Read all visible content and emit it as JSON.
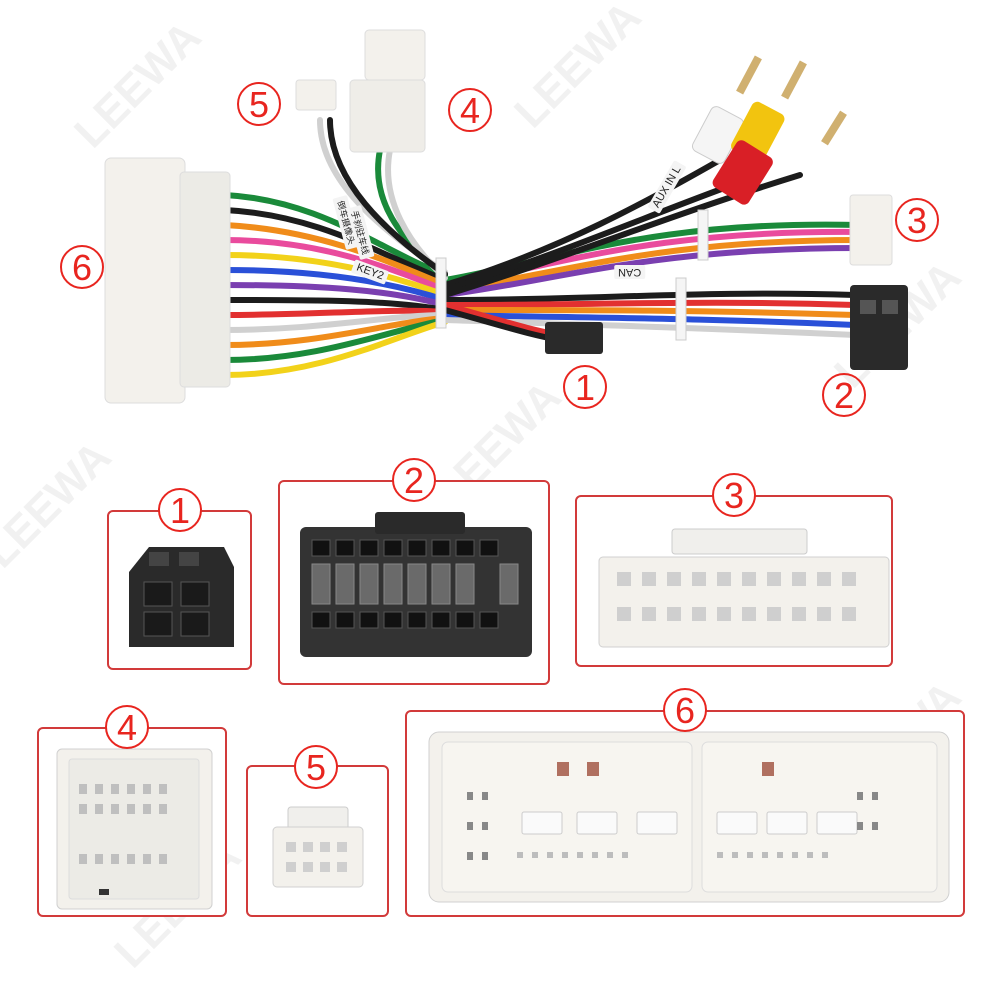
{
  "watermark": "LEEWA",
  "harness_labels": {
    "key2": "KEY2",
    "can": "CAN",
    "aux": "AUX IN L",
    "chinese_tag_1": "倒车摄像头",
    "chinese_tag_2": "手刹驻车线"
  },
  "callouts": {
    "c1": "1",
    "c2": "2",
    "c3": "3",
    "c4": "4",
    "c5": "5",
    "c6": "6"
  },
  "panels": {
    "p1": "1",
    "p2": "2",
    "p3": "3",
    "p4": "4",
    "p5": "5",
    "p6": "6"
  },
  "colors": {
    "accent": "#e8251f",
    "panel_border": "#d23a3a",
    "connector_white": "#f3f1ec",
    "connector_black": "#2a2a2a",
    "rca_white": "#f5f5f5",
    "rca_yellow": "#f2c40f",
    "rca_red": "#d91f26"
  }
}
